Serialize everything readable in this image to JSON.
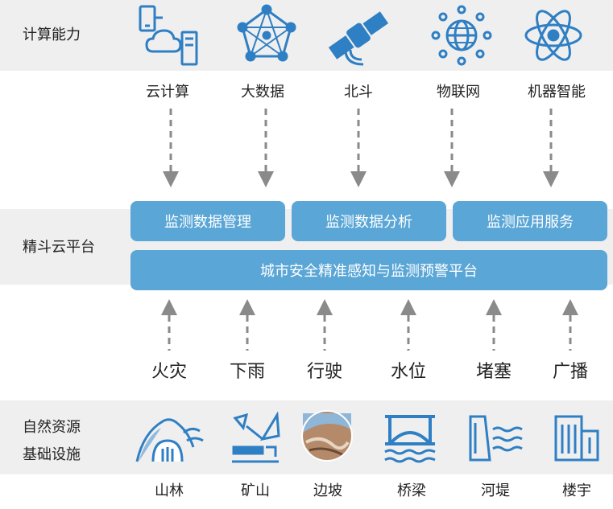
{
  "sections": {
    "compute": "计算能力",
    "platform": "精斗云平台",
    "infra_line1": "自然资源",
    "infra_line2": "基础设施"
  },
  "capabilities": [
    {
      "label": "云计算",
      "icon": "cloud-computing-icon"
    },
    {
      "label": "大数据",
      "icon": "big-data-network-icon"
    },
    {
      "label": "北斗",
      "icon": "satellite-icon"
    },
    {
      "label": "物联网",
      "icon": "iot-globe-icon"
    },
    {
      "label": "机器智能",
      "icon": "atom-ai-icon"
    }
  ],
  "platform": {
    "modules": [
      "监测数据管理",
      "监测数据分析",
      "监测应用服务"
    ],
    "main": "城市安全精准感知与监测预警平台"
  },
  "events": [
    "火灾",
    "下雨",
    "行驶",
    "水位",
    "堵塞",
    "广播"
  ],
  "infrastructure": [
    {
      "label": "山林",
      "icon": "mountain-forest-icon"
    },
    {
      "label": "矿山",
      "icon": "mine-excavator-icon"
    },
    {
      "label": "边坡",
      "icon": "slope-photo-icon"
    },
    {
      "label": "桥梁",
      "icon": "bridge-icon"
    },
    {
      "label": "河堤",
      "icon": "dam-icon"
    },
    {
      "label": "楼宇",
      "icon": "building-icon"
    }
  ],
  "colors": {
    "accent": "#5aa6d6",
    "icon_blue": "#2f7fc4",
    "band_gray": "#efefef",
    "arrow_gray": "#8a8a8a"
  }
}
